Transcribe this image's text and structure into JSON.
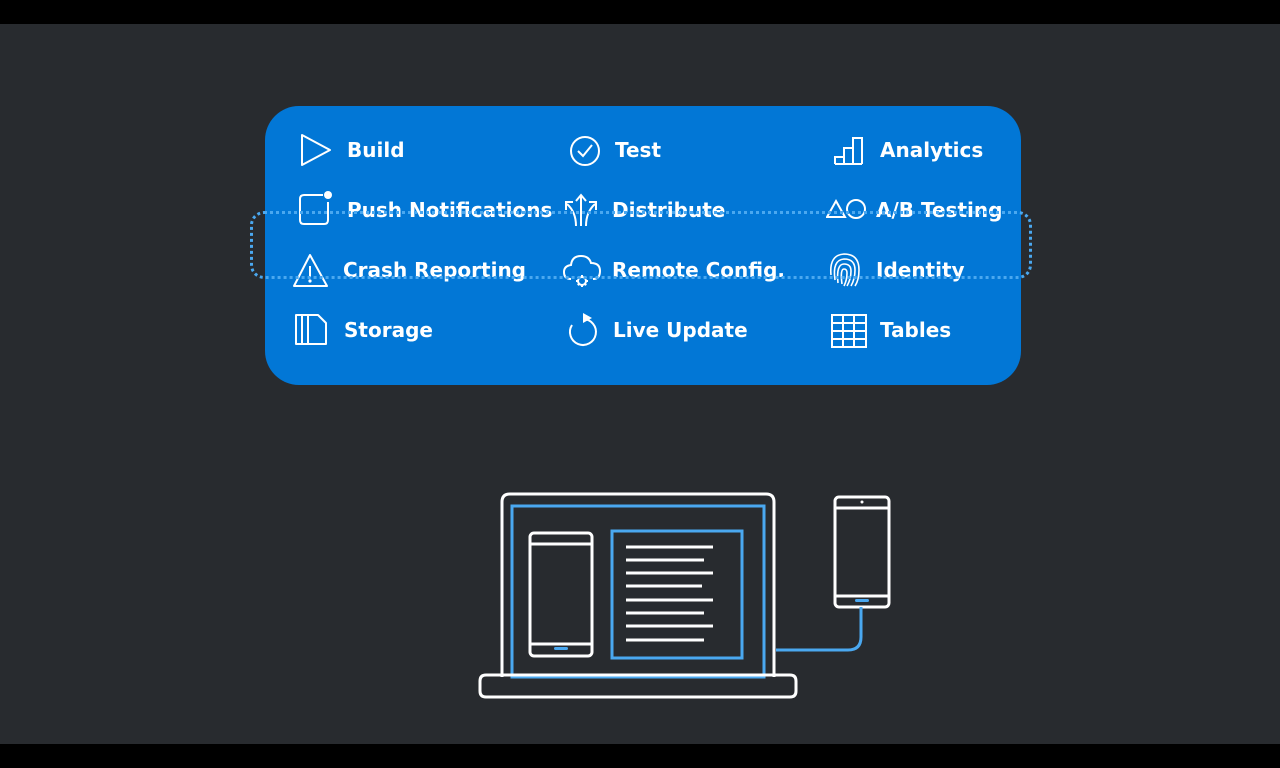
{
  "services": {
    "build": {
      "label": "Build",
      "icon": "play-icon"
    },
    "test": {
      "label": "Test",
      "icon": "check-circle-icon"
    },
    "analytics": {
      "label": "Analytics",
      "icon": "bar-chart-icon"
    },
    "push_notifications": {
      "label": "Push Notifications",
      "icon": "notification-icon"
    },
    "distribute": {
      "label": "Distribute",
      "icon": "distribute-arrows-icon"
    },
    "ab_testing": {
      "label": "A/B Testing",
      "icon": "triangle-circle-icon"
    },
    "crash_reporting": {
      "label": "Crash Reporting",
      "icon": "warning-triangle-icon"
    },
    "remote_config": {
      "label": "Remote Config.",
      "icon": "cloud-gear-icon"
    },
    "identity": {
      "label": "Identity",
      "icon": "fingerprint-icon"
    },
    "storage": {
      "label": "Storage",
      "icon": "storage-icon"
    },
    "live_update": {
      "label": "Live Update",
      "icon": "refresh-icon"
    },
    "tables": {
      "label": "Tables",
      "icon": "table-grid-icon"
    }
  },
  "colors": {
    "background": "#282b2f",
    "panel": "#0277d6",
    "accent_line": "#4aa8f0",
    "outline": "#ffffff"
  }
}
